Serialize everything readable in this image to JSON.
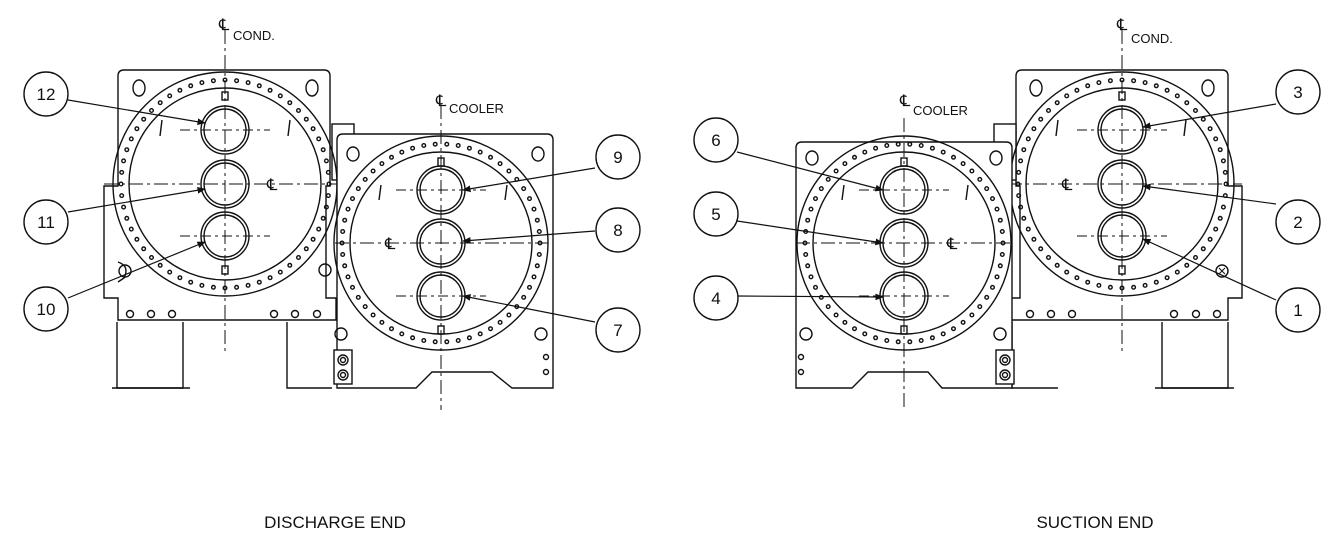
{
  "views": [
    {
      "caption": "DISCHARGE END",
      "labels": {
        "cond": "COND.",
        "cooler": "COOLER",
        "centerline": "℄"
      },
      "callouts": [
        "12",
        "11",
        "10",
        "9",
        "8",
        "7"
      ]
    },
    {
      "caption": "SUCTION END",
      "labels": {
        "cond": "COND.",
        "cooler": "COOLER",
        "centerline": "℄"
      },
      "callouts": [
        "3",
        "2",
        "1",
        "6",
        "5",
        "4"
      ]
    }
  ],
  "colors": {
    "line": "#111111",
    "background": "#ffffff"
  }
}
